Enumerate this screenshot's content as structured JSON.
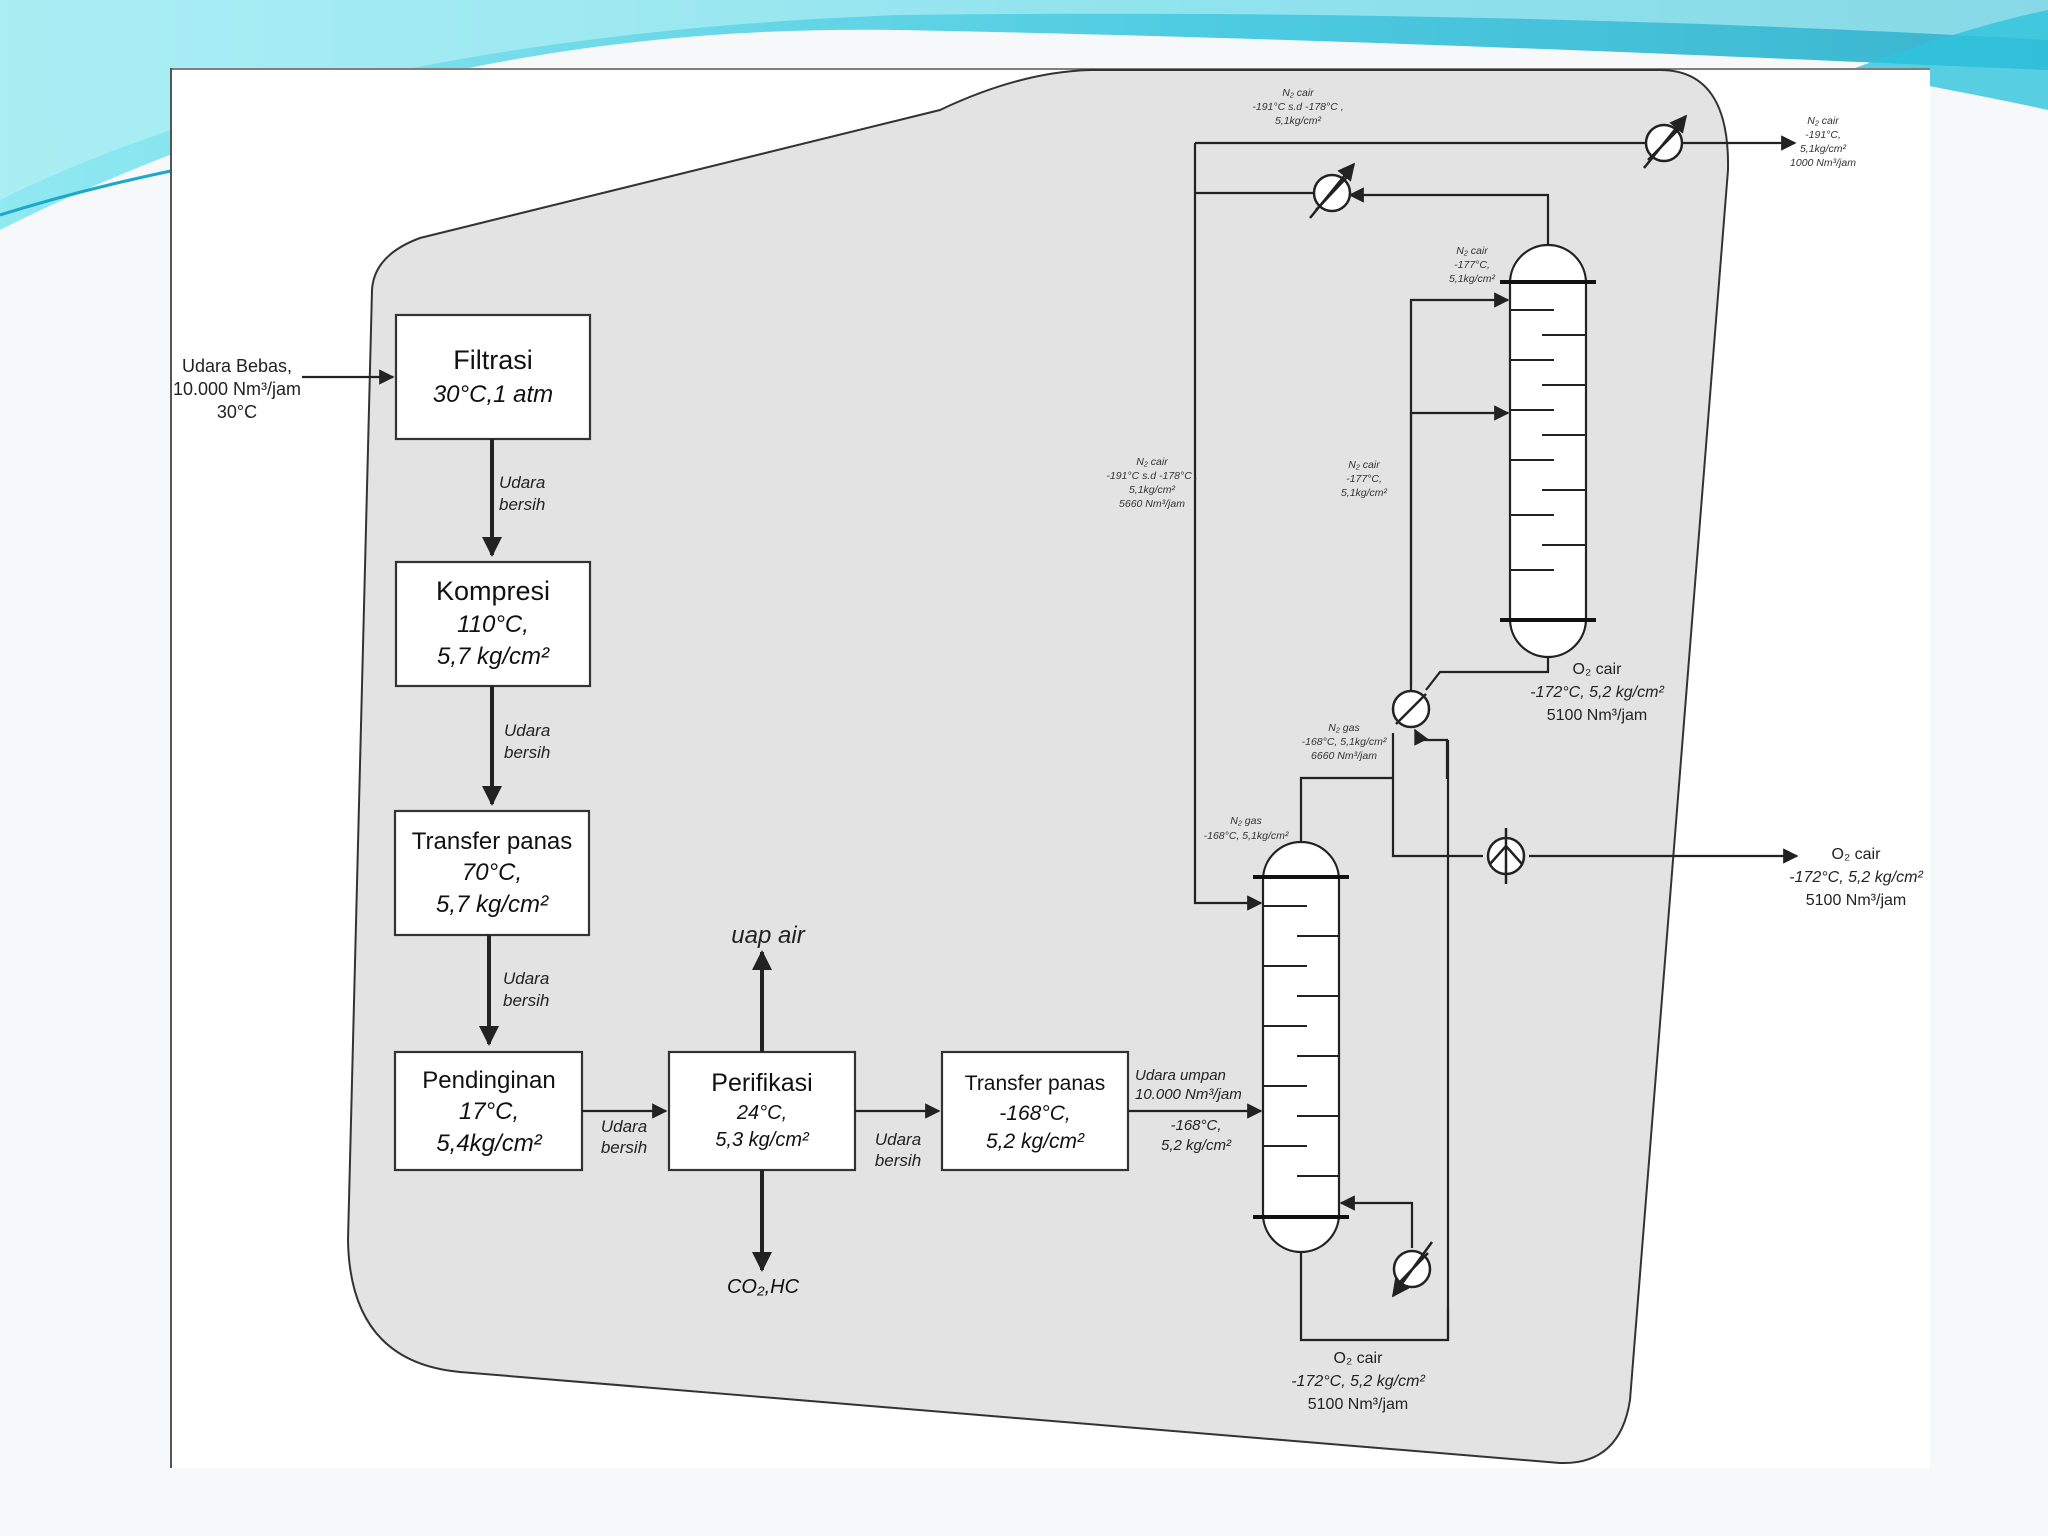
{
  "feed": {
    "line1": "Udara Bebas,",
    "line2": "10.000 Nm³/jam",
    "line3": "30°C"
  },
  "units": {
    "filtrasi": {
      "name": "Filtrasi",
      "cond1": "30°C,1 atm"
    },
    "kompresi": {
      "name": "Kompresi",
      "cond1": "110°C,",
      "cond2": "5,7 kg/cm²"
    },
    "transfer1": {
      "name": "Transfer panas",
      "cond1": "70°C,",
      "cond2": "5,7 kg/cm²"
    },
    "pendinginan": {
      "name": "Pendinginan",
      "cond1": "17°C,",
      "cond2": "5,4kg/cm²"
    },
    "perifikasi": {
      "name": "Perifikasi",
      "cond1": "24°C,",
      "cond2": "5,3 kg/cm²"
    },
    "transfer2": {
      "name": "Transfer panas",
      "cond1": "-168°C,",
      "cond2": "5,2 kg/cm²"
    }
  },
  "stream_labels": {
    "udara": "Udara",
    "bersih": "bersih",
    "uap_air": "uap air",
    "co2_hc": "CO₂,HC"
  },
  "column_feed": {
    "line1": "Udara umpan",
    "line2": "10.000 Nm³/jam",
    "line3": "-168°C,",
    "line4": "5,2 kg/cm²"
  },
  "annotations": {
    "n2_top": {
      "l1": "N₂ cair",
      "l2": "-191°C s.d -178°C ,",
      "l3": "5,1kg/cm²"
    },
    "n2_product": {
      "l1": "N₂ cair",
      "l2": "-191°C,",
      "l3": "5,1kg/cm²",
      "l4": "1000 Nm³/jam"
    },
    "n2_column_top": {
      "l1": "N₂ cair",
      "l2": "-177°C,",
      "l3": "5,1kg/cm²"
    },
    "n2_left": {
      "l1": "N₂ cair",
      "l2": "-191°C s.d -178°C ,",
      "l3": "5,1kg/cm²",
      "l4": "5660 Nm³/jam"
    },
    "n2_mid": {
      "l1": "N₂ cair",
      "l2": "-177°C,",
      "l3": "5,1kg/cm²"
    },
    "n2_gas_mid": {
      "l1": "N₂ gas",
      "l2": "-168°C, 5,1kg/cm²",
      "l3": "6660 Nm³/jam"
    },
    "n2_gas_low": {
      "l1": "N₂ gas",
      "l2": "-168°C, 5,1kg/cm²"
    },
    "o2_upper": {
      "l1": "O₂ cair",
      "l2": "-172°C, 5,2 kg/cm²",
      "l3": "5100 Nm³/jam"
    },
    "o2_product": {
      "l1": "O₂ cair",
      "l2": "-172°C, 5,2 kg/cm²",
      "l3": "5100 Nm³/jam"
    },
    "o2_bottom": {
      "l1": "O₂ cair",
      "l2": "-172°C, 5,2 kg/cm²",
      "l3": "5100 Nm³/jam"
    }
  },
  "colors": {
    "panel": "#e3e3e3",
    "accent": "#5fd3e6",
    "line": "#222222"
  }
}
